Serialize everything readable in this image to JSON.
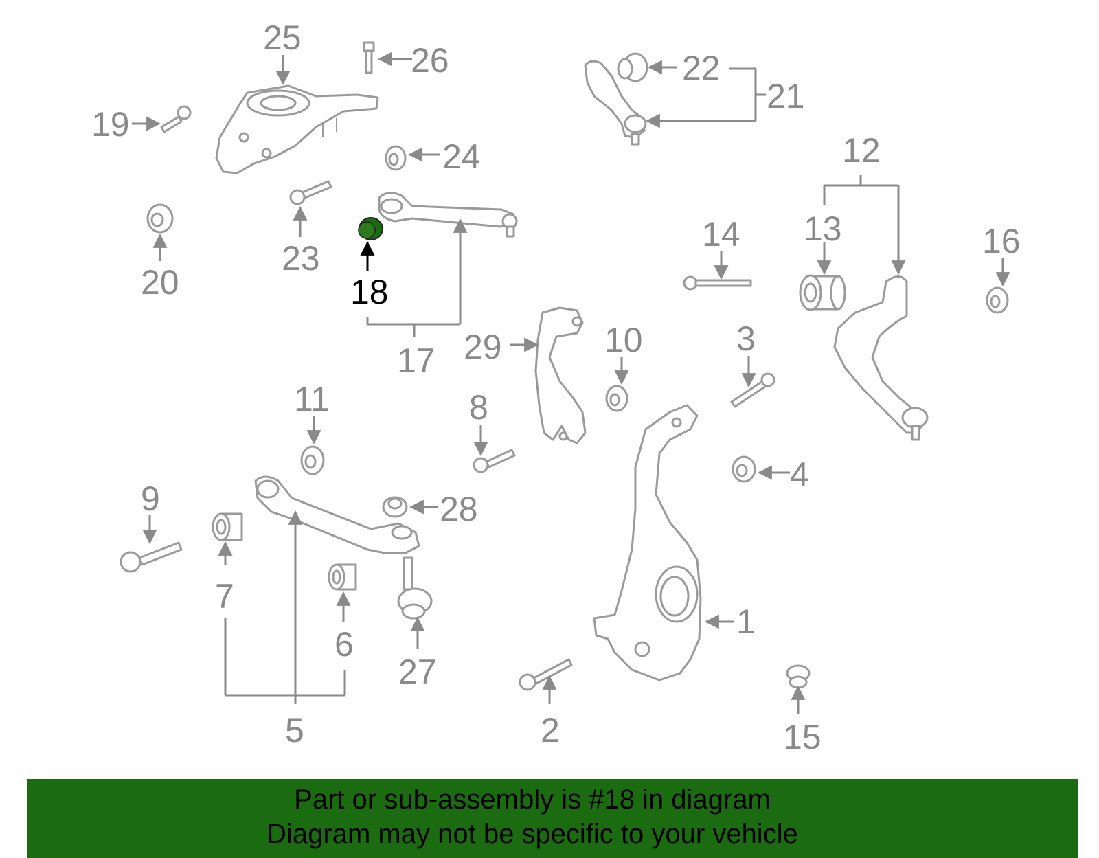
{
  "colors": {
    "banner_bg": "#1b6b10",
    "highlight_part": "#1b6b10",
    "line_gray": "#8a8a8a",
    "label_highlight": "#000000"
  },
  "highlighted_callout": "18",
  "callouts": {
    "c1": "1",
    "c2": "2",
    "c3": "3",
    "c4": "4",
    "c5": "5",
    "c6": "6",
    "c7": "7",
    "c8": "8",
    "c9": "9",
    "c10": "10",
    "c11": "11",
    "c12": "12",
    "c13": "13",
    "c14": "14",
    "c15": "15",
    "c16": "16",
    "c17": "17",
    "c18": "18",
    "c19": "19",
    "c20": "20",
    "c21": "21",
    "c22": "22",
    "c23": "23",
    "c24": "24",
    "c25": "25",
    "c26": "26",
    "c27": "27",
    "c28": "28",
    "c29": "29"
  },
  "banner": {
    "line1": "Part or sub-assembly is #18 in diagram",
    "line2": "Diagram may not be specific to your vehicle"
  }
}
